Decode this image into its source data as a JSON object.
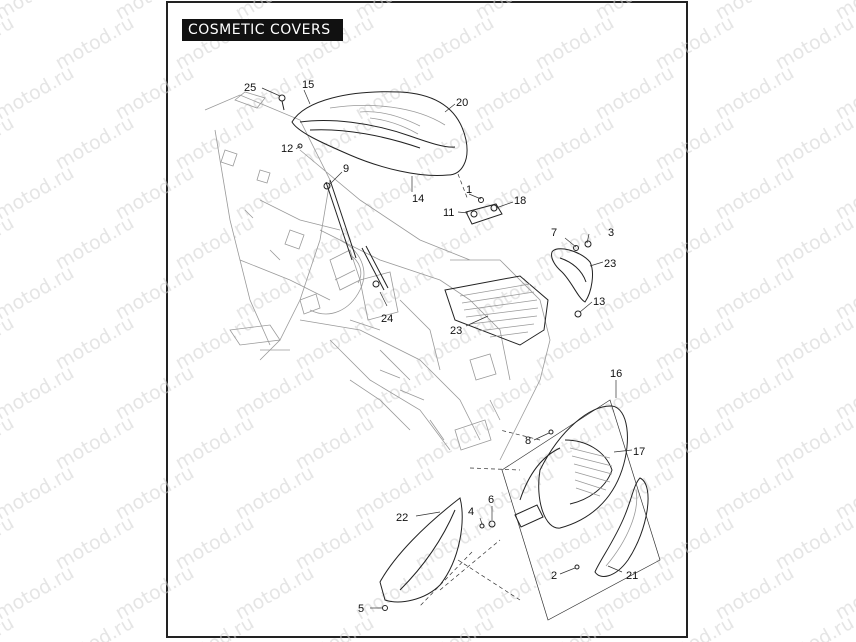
{
  "title": "COSMETIC COVERS",
  "watermark": "motod.ru",
  "callouts": [
    {
      "id": "c1",
      "label": "1"
    },
    {
      "id": "c2",
      "label": "2"
    },
    {
      "id": "c3",
      "label": "3"
    },
    {
      "id": "c4",
      "label": "4"
    },
    {
      "id": "c5",
      "label": "5"
    },
    {
      "id": "c6",
      "label": "6"
    },
    {
      "id": "c7",
      "label": "7"
    },
    {
      "id": "c8",
      "label": "8"
    },
    {
      "id": "c9",
      "label": "9"
    },
    {
      "id": "c11",
      "label": "11"
    },
    {
      "id": "c12",
      "label": "12"
    },
    {
      "id": "c13",
      "label": "13"
    },
    {
      "id": "c14",
      "label": "14"
    },
    {
      "id": "c15",
      "label": "15"
    },
    {
      "id": "c16",
      "label": "16"
    },
    {
      "id": "c17",
      "label": "17"
    },
    {
      "id": "c18",
      "label": "18"
    },
    {
      "id": "c20",
      "label": "20"
    },
    {
      "id": "c21",
      "label": "21"
    },
    {
      "id": "c22",
      "label": "22"
    },
    {
      "id": "c23a",
      "label": "23"
    },
    {
      "id": "c23b",
      "label": "23"
    },
    {
      "id": "c24",
      "label": "24"
    },
    {
      "id": "c25",
      "label": "25"
    }
  ],
  "colors": {
    "frame": "#222222",
    "title_bg": "#111111",
    "title_text": "#ffffff",
    "watermark": "#d0d0d0"
  }
}
